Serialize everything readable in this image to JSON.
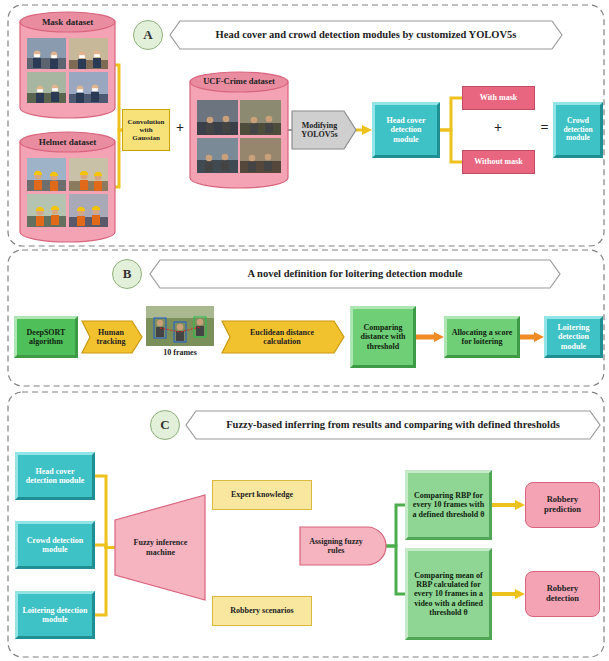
{
  "diagram": {
    "nodes": [
      {
        "text": [
          "A"
        ]
      },
      {
        "text": [
          "Head cover and crowd detection modules by customized YOLOV5s"
        ]
      },
      {
        "text": [
          "Mask dataset"
        ]
      },
      {
        "text": [
          "Helmet dataset"
        ]
      },
      {
        "text": [
          "Convolution with Gaussian"
        ]
      },
      {
        "text": [
          "UCF-Crime dataset"
        ]
      },
      {
        "text": [
          "Modifying YOLOV5s"
        ]
      },
      {
        "text": [
          "Head cover detection module"
        ]
      },
      {
        "text": [
          "With mask"
        ]
      },
      {
        "text": [
          "Without mask"
        ]
      },
      {
        "text": [
          "Crowd detection module"
        ]
      },
      {
        "text": [
          "B"
        ]
      },
      {
        "text": [
          "A novel definition for loitering detection module"
        ]
      },
      {
        "text": [
          "DeepSORT algorithm"
        ]
      },
      {
        "text": [
          "Human tracking"
        ]
      },
      {
        "text": [
          "Euclidean distance calculation"
        ]
      },
      {
        "text": [
          "Comparing distance with threshold"
        ]
      },
      {
        "text": [
          "Allocating a score for loitering"
        ]
      },
      {
        "text": [
          "Loitering detection module"
        ]
      },
      {
        "text": [
          "C"
        ]
      },
      {
        "text": [
          "Fuzzy-based inferring from results and comparing with defined thresholds"
        ]
      },
      {
        "text": [
          "Head cover detection module"
        ]
      },
      {
        "text": [
          "Crowd detection module"
        ]
      },
      {
        "text": [
          "Loitering detection module"
        ]
      },
      {
        "text": [
          "Fuzzy inference machine"
        ]
      },
      {
        "text": [
          "Expert knowledge"
        ]
      },
      {
        "text": [
          "Assigning fuzzy rules"
        ]
      },
      {
        "text": [
          "Robbery scenarios"
        ]
      },
      {
        "text": [
          "Comparing RBP for every 10 frames with a defined threshold θ"
        ]
      },
      {
        "text": [
          "Robbery prediction"
        ]
      },
      {
        "text": [
          "Comparing mean of RBP calculated for every 10 frames in a video with a defined threshold θ"
        ]
      },
      {
        "text": [
          "Robbery detection"
        ]
      }
    ],
    "edges": [
      {
        "from": 2,
        "to": 4,
        "arrow": "none"
      },
      {
        "from": 3,
        "to": 4,
        "arrow": "none"
      },
      {
        "from": 5,
        "to": 6,
        "arrow": "none"
      },
      {
        "from": 6,
        "to": 7,
        "arrow": "to"
      },
      {
        "from": 7,
        "to": 8,
        "arrow": "none"
      },
      {
        "from": 7,
        "to": 9,
        "arrow": "none"
      },
      {
        "from": 16,
        "to": 17,
        "arrow": "to"
      },
      {
        "from": 17,
        "to": 18,
        "arrow": "to"
      },
      {
        "from": 21,
        "to": 24,
        "arrow": "none"
      },
      {
        "from": 22,
        "to": 24,
        "arrow": "none"
      },
      {
        "from": 23,
        "to": 24,
        "arrow": "none"
      },
      {
        "from": 26,
        "to": 28,
        "arrow": "none"
      },
      {
        "from": 26,
        "to": 30,
        "arrow": "none"
      },
      {
        "from": 28,
        "to": 29,
        "arrow": "to"
      },
      {
        "from": 30,
        "to": 31,
        "arrow": "to"
      }
    ],
    "labels": [
      "+",
      "+",
      "=",
      "10 frames"
    ]
  }
}
